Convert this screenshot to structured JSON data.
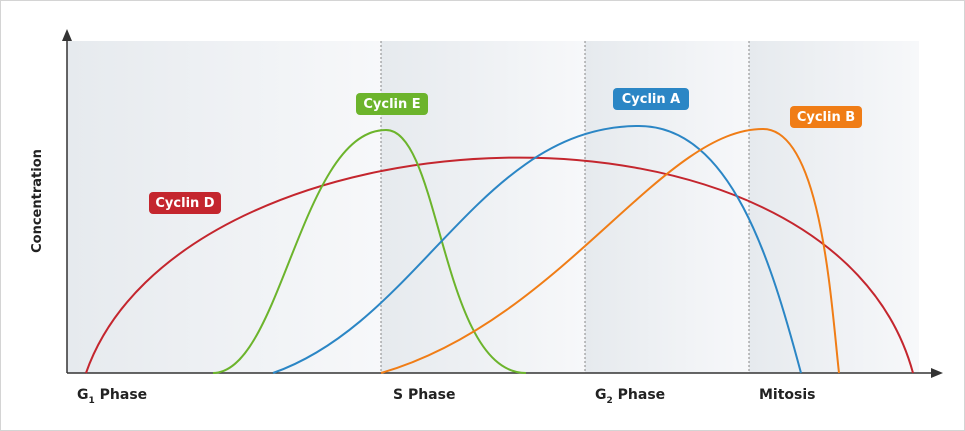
{
  "y_axis_title": "Concentration",
  "phases": [
    {
      "label": "G",
      "subscript": "1",
      "suffix": " Phase"
    },
    {
      "label": "S Phase",
      "subscript": "",
      "suffix": ""
    },
    {
      "label": "G",
      "subscript": "2",
      "suffix": " Phase"
    },
    {
      "label": "Mitosis",
      "subscript": "",
      "suffix": ""
    }
  ],
  "cyclins": {
    "d": {
      "label": "Cyclin D",
      "color": "#c4262e"
    },
    "e": {
      "label": "Cyclin E",
      "color": "#6cb42c"
    },
    "a": {
      "label": "Cyclin A",
      "color": "#2b86c5"
    },
    "b": {
      "label": "Cyclin B",
      "color": "#f07d16"
    }
  },
  "colors": {
    "phase_band": "#ebeef2",
    "axis": "#333333",
    "phase_divider": "#888888"
  }
}
